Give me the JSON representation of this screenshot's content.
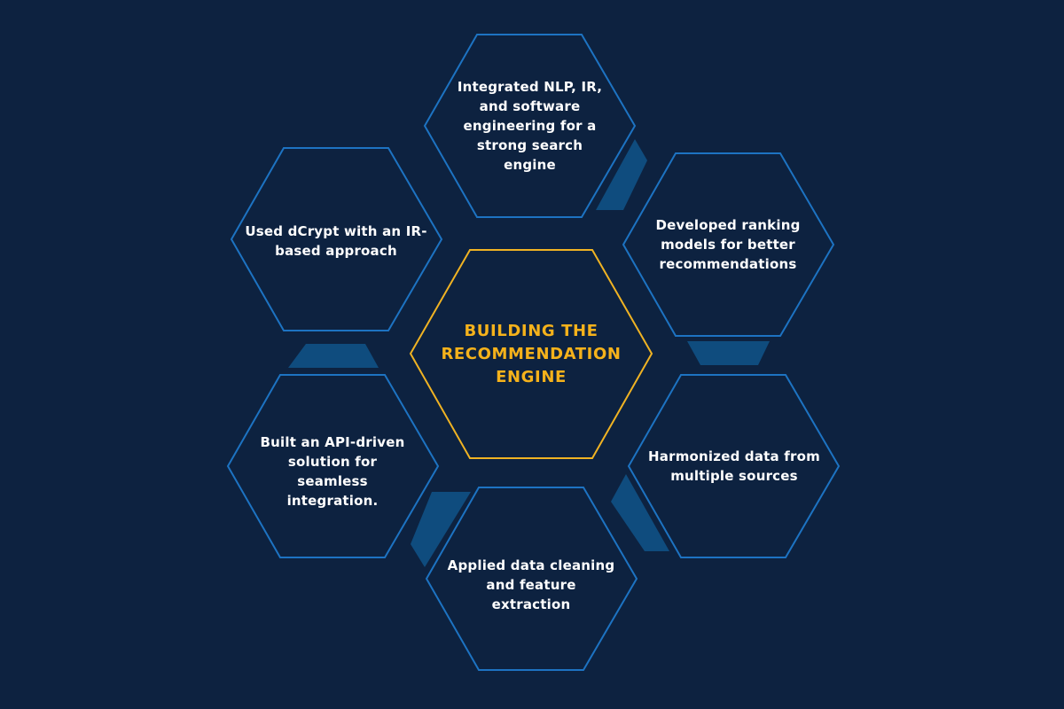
{
  "colors": {
    "background": "#0d2240",
    "hex_border": "#1d73c2",
    "center_border": "#f0b323",
    "connector": "#0f4c7e",
    "text": "#ffffff",
    "center_text": "#f5b21b"
  },
  "center": {
    "title": "BUILDING THE RECOMMENDATION ENGINE"
  },
  "items": [
    {
      "text": "Integrated NLP, IR, and software engineering for a strong search engine"
    },
    {
      "text": "Developed ranking models for better recommendations"
    },
    {
      "text": "Harmonized data from multiple sources"
    },
    {
      "text": "Applied data cleaning and feature extraction"
    },
    {
      "text": "Built an API-driven solution for seamless integration."
    },
    {
      "text": "Used dCrypt with an IR-based approach"
    }
  ]
}
